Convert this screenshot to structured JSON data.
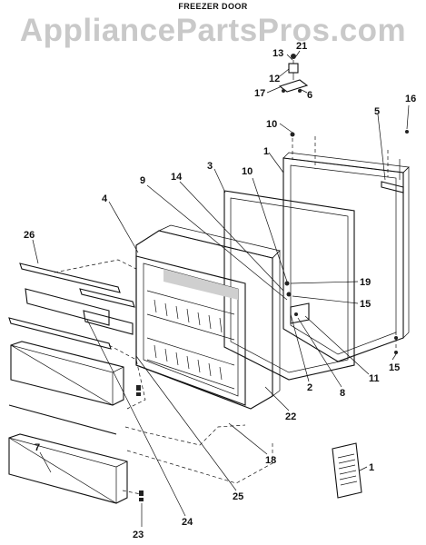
{
  "watermark": "AppliancePartsPros.com",
  "title": "FREEZER DOOR",
  "callouts": {
    "c1a": "1",
    "c1b": "1",
    "c2": "2",
    "c3": "3",
    "c4": "4",
    "c5": "5",
    "c6": "6",
    "c7": "7",
    "c8": "8",
    "c9": "9",
    "c10a": "10",
    "c10b": "10",
    "c11": "11",
    "c12": "12",
    "c13": "13",
    "c14": "14",
    "c15a": "15",
    "c15b": "15",
    "c16": "16",
    "c17": "17",
    "c18": "18",
    "c19": "19",
    "c21": "21",
    "c22": "22",
    "c23": "23",
    "c24": "24",
    "c25": "25",
    "c26": "26"
  }
}
